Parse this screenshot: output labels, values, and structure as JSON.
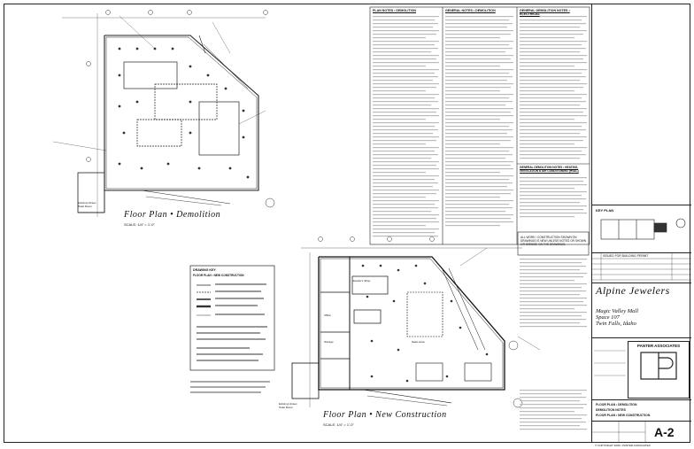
{
  "plans": {
    "demolition": {
      "title": "Floor Plan • Demolition",
      "scale": "SCALE: 1/4\" = 1'-0\"",
      "existing_label": "Existing Unisex\nToilet Room"
    },
    "new_construction": {
      "title": "Floor Plan • New Construction",
      "scale": "SCALE: 1/4\" = 1'-0\"",
      "existing_label": "Existing Unisex\nToilet Room",
      "rooms": [
        "Jeweler's Shop",
        "Sales Area",
        "Storage",
        "Office"
      ]
    }
  },
  "drawing_key": {
    "title": "DRAWING KEY",
    "subtitle": "FLOOR PLAN • NEW CONSTRUCTION"
  },
  "notes": {
    "plan_notes_header": "PLAN NOTES • DEMOLITION",
    "general_notes_header": "GENERAL NOTES • DEMOLITION",
    "electrical_header": "GENERAL DEMOLITION NOTES • ELECTRICAL",
    "hvac_header": "GENERAL DEMOLITION NOTES • HEATING, VENTILATION & AIR CONDITIONING (HVAC)",
    "new_work_note": "ALL WORK / CONSTRUCTION SHOWN ON DRAWINGS IS NEW UNLESS NOTED OR SHOWN OTHERWISE ON THE DRAWINGS."
  },
  "title_block": {
    "key_plan_label": "KEY PLAN",
    "issue_row": "ISSUED FOR BUILDING PERMIT",
    "project_name": "Alpine Jewelers",
    "project_location": "Magic Valley Mall\nSpace 107\nTwin Falls, Idaho",
    "firm": "PANTER ASSOCIATES",
    "sheet_titles": [
      "FLOOR PLAN • DEMOLITION",
      "DEMOLITION NOTES",
      "FLOOR PLAN • NEW CONSTRUCTION"
    ],
    "sheet_number": "A-2",
    "copyright": "© COPYRIGHT 2009 • PANTER ASSOCIATES"
  }
}
